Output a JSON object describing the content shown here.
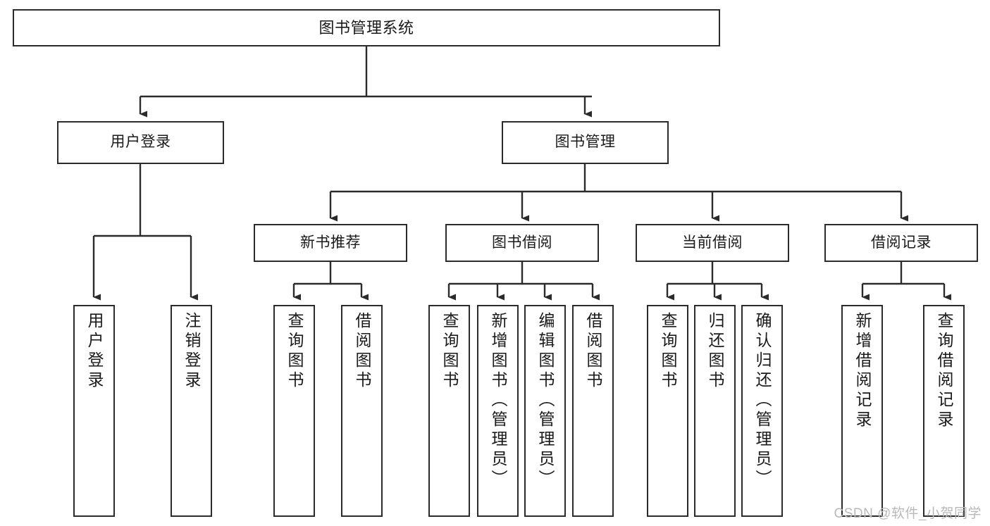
{
  "diagram": {
    "title": "图书管理系统",
    "type": "tree-hierarchy-chart",
    "orientation": "top-down",
    "colors": {
      "stroke": "#2b2b2b",
      "fill": "#ffffff",
      "text": "#1a1a1a",
      "watermark": "#b9b9b9"
    },
    "root": {
      "label": "图书管理系统"
    },
    "level2": [
      {
        "key": "user_login",
        "label": "用户登录"
      },
      {
        "key": "book_manage",
        "label": "图书管理"
      }
    ],
    "level3": [
      {
        "key": "new_book_rec",
        "label": "新书推荐",
        "parent": "book_manage"
      },
      {
        "key": "book_borrow",
        "label": "图书借阅",
        "parent": "book_manage"
      },
      {
        "key": "current_borrow",
        "label": "当前借阅",
        "parent": "book_manage"
      },
      {
        "key": "borrow_record",
        "label": "借阅记录",
        "parent": "book_manage"
      }
    ],
    "leaves": [
      {
        "key": "leaf_user_login",
        "label": "用户登录",
        "parent": "user_login"
      },
      {
        "key": "leaf_logout",
        "label": "注销登录",
        "parent": "user_login"
      },
      {
        "key": "leaf_query_book_1",
        "label": "查询图书",
        "parent": "new_book_rec"
      },
      {
        "key": "leaf_borrow_book_1",
        "label": "借阅图书",
        "parent": "new_book_rec"
      },
      {
        "key": "leaf_query_book_2",
        "label": "查询图书",
        "parent": "book_borrow"
      },
      {
        "key": "leaf_add_book",
        "label": "新增图书（管理员）",
        "parent": "book_borrow"
      },
      {
        "key": "leaf_edit_book",
        "label": "编辑图书（管理员）",
        "parent": "book_borrow"
      },
      {
        "key": "leaf_borrow_book_2",
        "label": "借阅图书",
        "parent": "book_borrow"
      },
      {
        "key": "leaf_query_book_3",
        "label": "查询图书",
        "parent": "current_borrow"
      },
      {
        "key": "leaf_return_book",
        "label": "归还图书",
        "parent": "current_borrow"
      },
      {
        "key": "leaf_confirm_return",
        "label": "确认归还（管理员）",
        "parent": "current_borrow"
      },
      {
        "key": "leaf_add_record",
        "label": "新增借阅记录",
        "parent": "borrow_record"
      },
      {
        "key": "leaf_query_record",
        "label": "查询借阅记录",
        "parent": "borrow_record"
      }
    ]
  },
  "watermark": {
    "text": "CSDN @软件_小贺同学"
  }
}
